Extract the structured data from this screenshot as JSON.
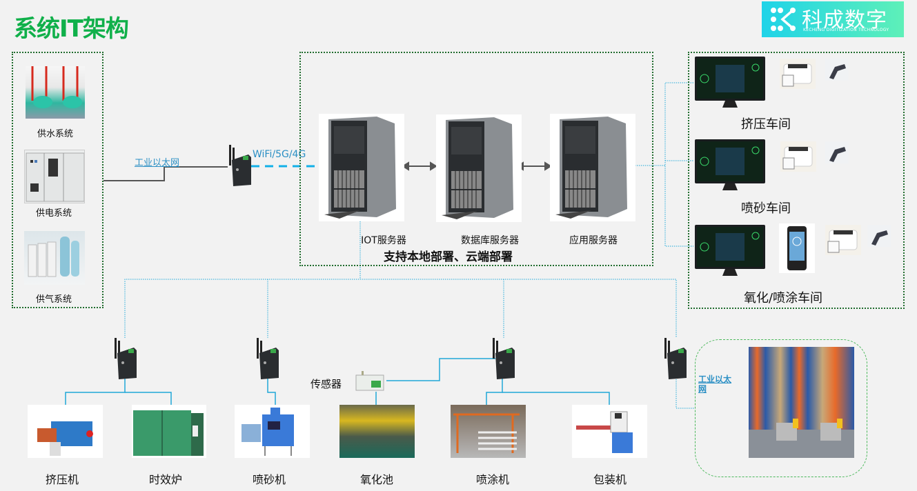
{
  "header": {
    "title": "系统IT架构",
    "logo": {
      "name_cn": "科成数字",
      "name_en": "KECHENG DIGITIZATION TECHNOLOGY"
    }
  },
  "colors": {
    "title": "#10b04a",
    "group_border": "#1e6b2c",
    "wireless_link": "#11b0e8",
    "wired_link": "#1fa8d8",
    "ethernet_label": "#2a8fc4"
  },
  "utilities": {
    "items": [
      {
        "label": "供水系统",
        "icon": "water-pump-photo"
      },
      {
        "label": "供电系统",
        "icon": "power-cabinet-photo"
      },
      {
        "label": "供气系统",
        "icon": "gas-tank-photo"
      }
    ],
    "link_label": "工业以太网"
  },
  "gateway": {
    "wireless_label": "WiFi/5G/4G"
  },
  "servers": {
    "items": [
      {
        "label": "IOT服务器"
      },
      {
        "label": "数据库服务器"
      },
      {
        "label": "应用服务器"
      }
    ],
    "deployment_note": "支持本地部署、云端部署"
  },
  "workshops": [
    {
      "label": "挤压车间",
      "devices": [
        "monitor",
        "label-printer",
        "barcode-scanner"
      ]
    },
    {
      "label": "喷砂车间",
      "devices": [
        "monitor",
        "label-printer",
        "barcode-scanner"
      ]
    },
    {
      "label": "氧化/喷涂车间",
      "devices": [
        "monitor",
        "handheld-pda",
        "label-printer",
        "barcode-scanner"
      ]
    }
  ],
  "equipment": [
    {
      "label": "挤压机"
    },
    {
      "label": "时效炉"
    },
    {
      "label": "喷砂机"
    },
    {
      "label": "氧化池"
    },
    {
      "label": "喷涂机"
    },
    {
      "label": "包装机"
    }
  ],
  "sensor": {
    "label": "传感器"
  },
  "warehouse": {
    "link_label": "工业以太网"
  }
}
